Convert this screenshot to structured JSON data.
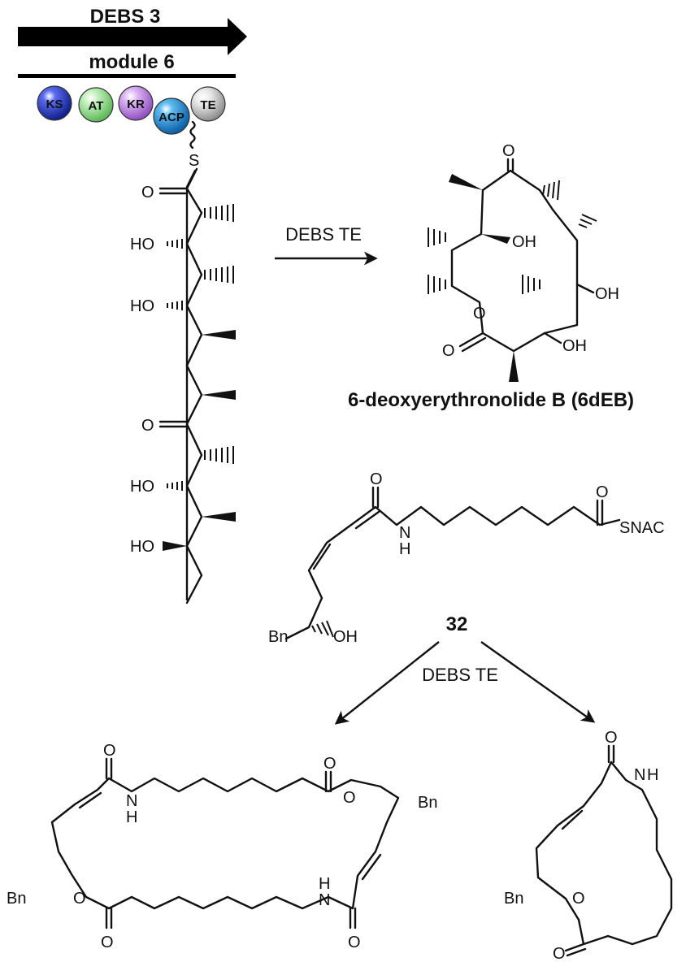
{
  "header": {
    "gene": "DEBS 3",
    "module": "module 6"
  },
  "domains": [
    {
      "label": "KS",
      "color": "#2b3fd6"
    },
    {
      "label": "AT",
      "color": "#9fe09a"
    },
    {
      "label": "KR",
      "color": "#c792e8"
    },
    {
      "label": "ACP",
      "color": "#2d9be0"
    },
    {
      "label": "TE",
      "color": "#d6d6d6"
    }
  ],
  "atoms": {
    "sulfur": "S",
    "carbonyl_o": "O",
    "hydroxyl": "HO",
    "hydroxyl_right": "OH",
    "amide_n": "N",
    "amide_h": "H",
    "thioester": "SNAC",
    "benzyl": "Bn"
  },
  "arrows": {
    "top_reagent": "DEBS TE",
    "bottom_reagent": "DEBS TE"
  },
  "compounds": {
    "product_name": "6-deoxyerythronolide B (6dEB)",
    "substrate_number": "32"
  }
}
